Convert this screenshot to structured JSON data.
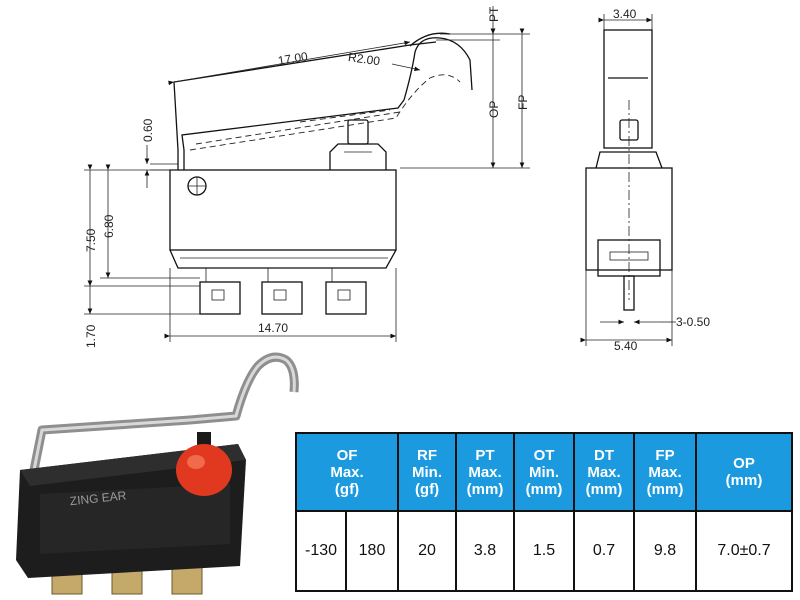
{
  "dimensions": {
    "pt": "PT",
    "fp": "FP",
    "op": "OP",
    "lever_length": "17.00",
    "radius": "R2.00",
    "lever_offset": "0.60",
    "height_total": "7.50",
    "height_body": "6.80",
    "terminal_offset": "1.70",
    "body_width": "14.70",
    "side_width_top": "3.40",
    "side_width_bottom": "5.40",
    "terminal_thickness": "3-0.50"
  },
  "photo": {
    "brand_text": "ZING EAR"
  },
  "colors": {
    "table_header": "#1b9ae0",
    "actuator_red": "#e0391f",
    "body_black": "#1d1d1d"
  },
  "spec_table": {
    "headers": [
      {
        "lines": [
          "OF",
          "Max.",
          "(gf)"
        ]
      },
      {
        "lines": [
          "RF",
          "Min.",
          "(gf)"
        ]
      },
      {
        "lines": [
          "PT",
          "Max.",
          "(mm)"
        ]
      },
      {
        "lines": [
          "OT",
          "Min.",
          "(mm)"
        ]
      },
      {
        "lines": [
          "DT",
          "Max.",
          "(mm)"
        ]
      },
      {
        "lines": [
          "FP",
          "Max.",
          "(mm)"
        ]
      },
      {
        "lines": [
          "OP",
          "(mm)"
        ]
      }
    ],
    "values": [
      "-130",
      "180",
      "20",
      "3.8",
      "1.5",
      "0.7",
      "9.8",
      "7.0±0.7"
    ]
  }
}
